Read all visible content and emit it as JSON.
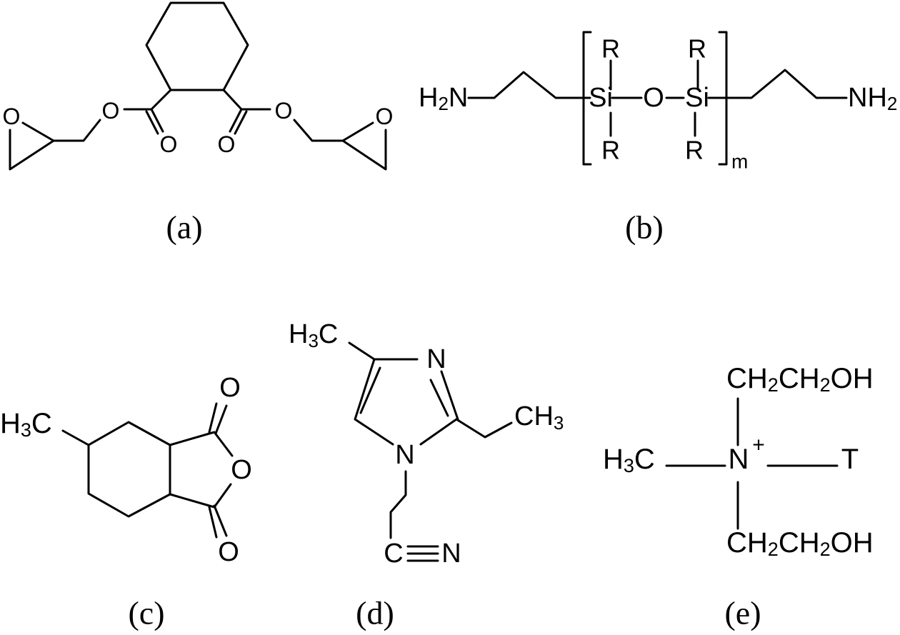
{
  "figure": {
    "panels": [
      {
        "id": "a",
        "caption": "(a)",
        "atoms": {
          "o": "O"
        }
      },
      {
        "id": "b",
        "caption": "(b)",
        "atoms": {
          "h": "H",
          "sub2": "2",
          "n": "N",
          "si": "Si",
          "o": "O",
          "r": "R",
          "repeat": "m"
        }
      },
      {
        "id": "c",
        "caption": "(c)",
        "atoms": {
          "h": "H",
          "sub3": "3",
          "c": "C",
          "o": "O"
        }
      },
      {
        "id": "d",
        "caption": "(d)",
        "atoms": {
          "h": "H",
          "sub3": "3",
          "c": "C",
          "n": "N"
        }
      },
      {
        "id": "e",
        "caption": "(e)",
        "atoms": {
          "h": "H",
          "sub3": "3",
          "c": "C",
          "n": "N",
          "plus": "+",
          "t": "T",
          "sub2": "2",
          "o": "O",
          "oh_h": "H"
        }
      }
    ]
  }
}
